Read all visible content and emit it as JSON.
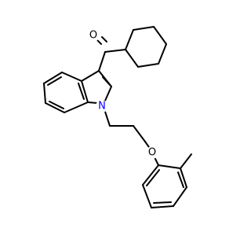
{
  "colors": {
    "background": "#ffffff",
    "bond": "#000000",
    "oxygen": "#000000",
    "nitrogen": "#0000ff"
  },
  "atoms": {
    "carbonyl_oxygen": "O",
    "indole_nitrogen": "N",
    "ether_oxygen": "O"
  }
}
